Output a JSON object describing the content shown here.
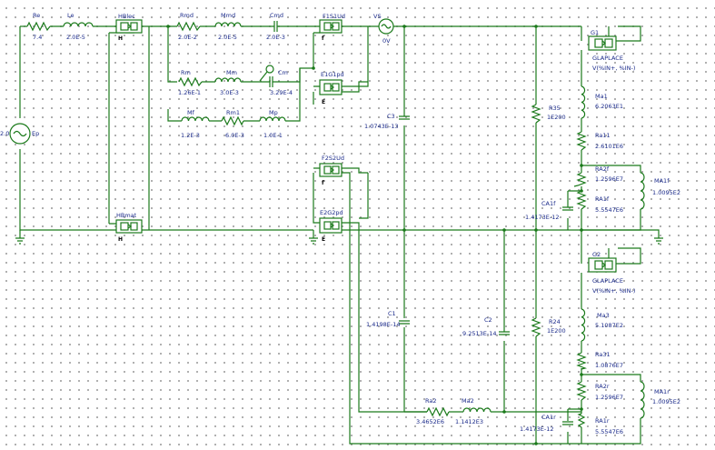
{
  "schematic": {
    "source_ep": {
      "name": "Ep",
      "value": "2.0"
    },
    "source_vs": {
      "name": "VS",
      "value": "0V"
    },
    "components": {
      "Re": {
        "name": "Re",
        "value": "7.4"
      },
      "Le": {
        "name": "Le",
        "value": "2.0E-5"
      },
      "Rmd": {
        "name": "Rmd",
        "value": "2.0E-2"
      },
      "Mmd": {
        "name": "Mmd",
        "value": "2.0E-5"
      },
      "Cmd": {
        "name": "Cmd",
        "value": "2.0E-3"
      },
      "Rm": {
        "name": "Rm",
        "value": "1.26E-1"
      },
      "Mm": {
        "name": "Mm",
        "value": "3.0E-3"
      },
      "Cm": {
        "name": "Cm",
        "value": "3.29E-4"
      },
      "Mf": {
        "name": "Mf",
        "value": "1.2E-3"
      },
      "Rm1": {
        "name": "Rm1",
        "value": "6.0E-3"
      },
      "Mp": {
        "name": "Mp",
        "value": "1.0E-1"
      },
      "C3": {
        "name": "C3",
        "value": "1.0743E-13"
      },
      "C1": {
        "name": "C1",
        "value": "1.4198E-14"
      },
      "C2": {
        "name": "C2",
        "value": "9.2513E-14"
      },
      "R35": {
        "name": "R35",
        "value": "1E200"
      },
      "R24": {
        "name": "R24",
        "value": "1E200"
      },
      "CA1f": {
        "name": "CA1f",
        "value": "1.4173E-12"
      },
      "CA1r": {
        "name": "CA1r",
        "value": "1.4173E-12"
      },
      "Ma1": {
        "name": "Ma1",
        "value": "6.2063E1"
      },
      "Ra11": {
        "name": "Ra11",
        "value": "2.6101E6"
      },
      "RA2f": {
        "name": "RA2f",
        "value": "1.2596E7"
      },
      "RA1f": {
        "name": "RA1f",
        "value": "5.5547E6"
      },
      "MA1f": {
        "name": "MA1f",
        "value": "1.0095E2"
      },
      "Ma3": {
        "name": "Ma3",
        "value": "5.1087E2"
      },
      "Ra31": {
        "name": "Ra31",
        "value": "1.0876E7"
      },
      "RA2r": {
        "name": "RA2r",
        "value": "1.2596E7"
      },
      "RA1r": {
        "name": "RA1r",
        "value": "5.5547E6"
      },
      "MA1r": {
        "name": "MA1r",
        "value": "1.0095E2"
      },
      "Ra2": {
        "name": "Ra2",
        "value": "3.4652E6"
      },
      "Ma2": {
        "name": "Ma2",
        "value": "1.1412E3"
      }
    },
    "blocks": {
      "hblec": {
        "name": "HBlec",
        "pin": "H"
      },
      "hbmat": {
        "name": "HBmat",
        "pin": "H"
      },
      "f1s1ud": {
        "name": "F1S1Ud",
        "pin": "f"
      },
      "e1g1pd": {
        "name": "E1G1pd",
        "pin": "E"
      },
      "f2s2ud": {
        "name": "F2S2Ud",
        "pin": "f"
      },
      "e2g2pd": {
        "name": "E2G2pd",
        "pin": "E"
      },
      "g1": {
        "name": "G1",
        "type": "GLAPLACE",
        "expr": "V(%IN+, %IN-)"
      },
      "g2": {
        "name": "G2",
        "type": "GLAPLACE",
        "expr": "V(%IN+, %IN-)"
      }
    }
  }
}
